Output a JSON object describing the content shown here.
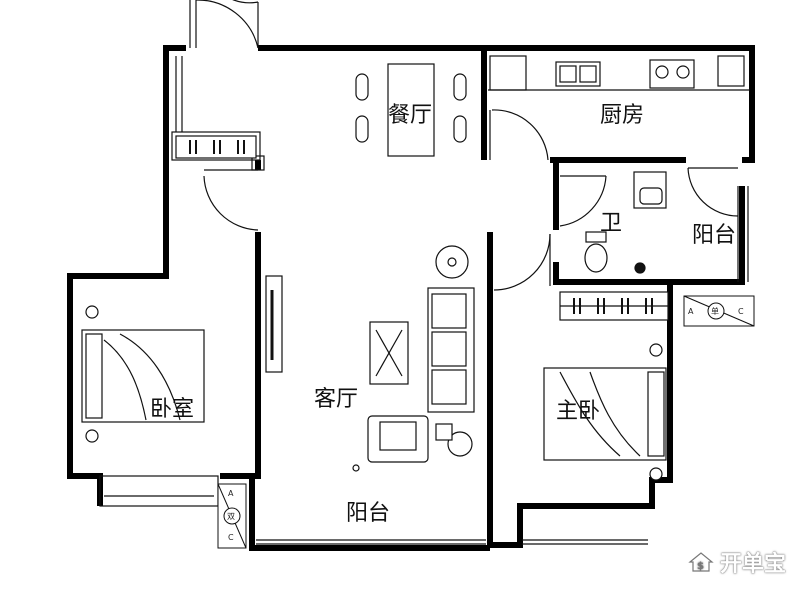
{
  "rooms": {
    "dining": "餐厅",
    "kitchen": "厨房",
    "bathroom": "卫",
    "balcony_east": "阳台",
    "living": "客厅",
    "bedroom": "卧室",
    "master_bedroom": "主卧",
    "balcony_south": "阳台"
  },
  "ac_units": {
    "right": {
      "left": "A",
      "center": "单",
      "right": "C"
    },
    "bottom": {
      "top": "A",
      "center": "双",
      "bottom": "C"
    }
  },
  "watermark": {
    "text": "开单宝",
    "icon": "dollar-house-icon"
  },
  "colors": {
    "wall": "#000000",
    "line": "#111111",
    "background": "#ffffff"
  }
}
